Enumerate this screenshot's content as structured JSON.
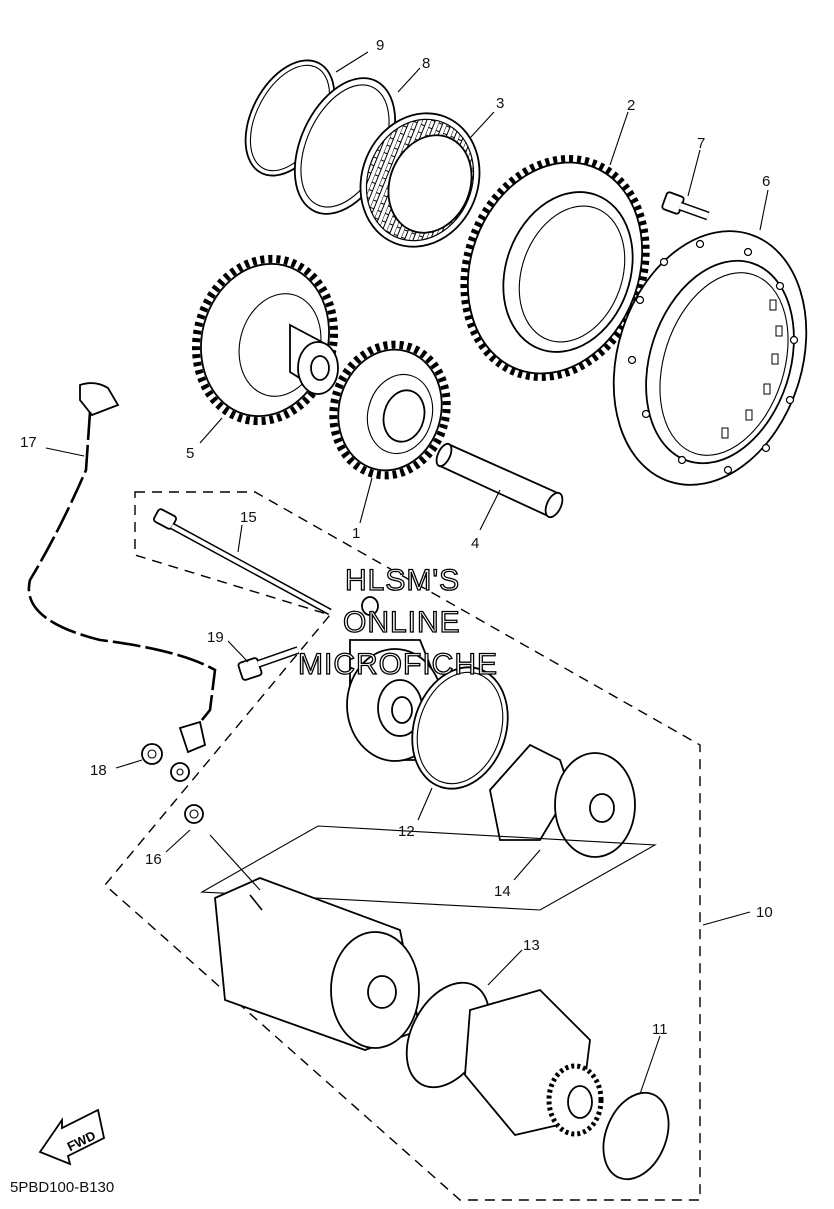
{
  "diagram": {
    "part_numbers": [
      "1",
      "2",
      "3",
      "4",
      "5",
      "6",
      "7",
      "8",
      "9",
      "10",
      "11",
      "12",
      "13",
      "14",
      "15",
      "16",
      "17",
      "18",
      "19"
    ],
    "watermark": [
      "HLSM'S",
      "ONLINE",
      "MICROFICHE"
    ],
    "fwd_label": "FWD",
    "code": "5PBD100-B130"
  }
}
